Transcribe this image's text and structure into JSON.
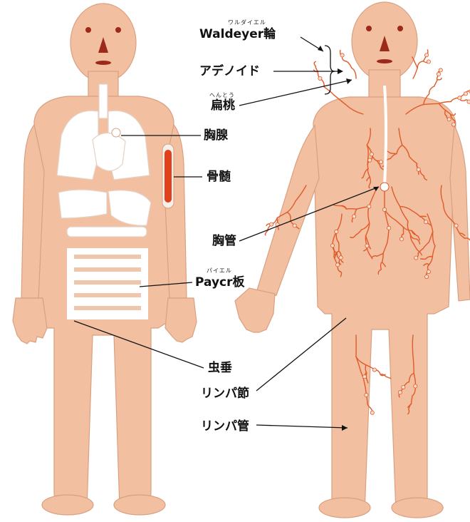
{
  "colors": {
    "skin": "#f2c0a0",
    "skin_edge": "#d9a080",
    "organ": "#ffffff",
    "marrow": "#e0401c",
    "lymph": "#e05a2a",
    "facial": "#9b2a1a",
    "leader": "#111111"
  },
  "labels": {
    "waldeyer": "Waldeyer輪",
    "waldeyer_ruby": "ワルダイエル",
    "adenoid": "アデノイド",
    "tonsil": "扁桃",
    "tonsil_ruby": "へんとう",
    "thymus": "胸腺",
    "marrow": "骨髄",
    "thoracic_duct": "胸管",
    "peyer": "Paycr板",
    "peyer_ruby": "パイエル",
    "appendix": "虫垂",
    "lymph_node": "リンパ節",
    "lymph_vessel": "リンパ管"
  }
}
